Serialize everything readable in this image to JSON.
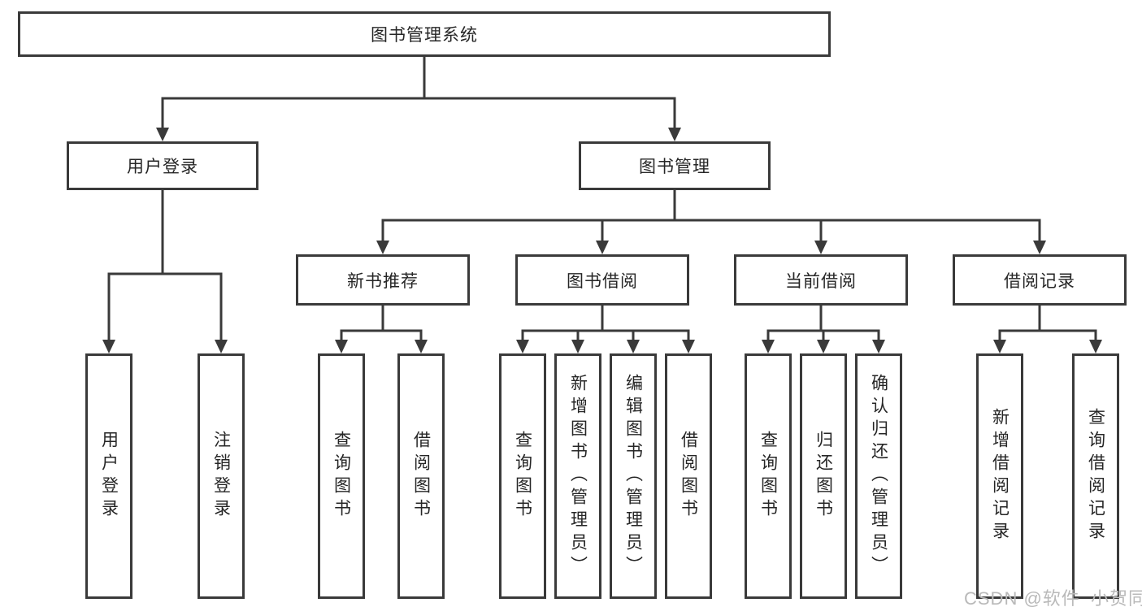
{
  "page": {
    "background": "#ffffff"
  },
  "colors": {
    "line": "#3a3a3a",
    "box_border": "#3a3a3a",
    "text": "#262626",
    "watermark": "#b9b9b9"
  },
  "watermark": {
    "text": "CSDN @软件_小贺同学"
  },
  "tree": {
    "root": {
      "label": "图书管理系统"
    },
    "branches": [
      {
        "label": "用户登录",
        "children": [
          {
            "label": "用户登录"
          },
          {
            "label": "注销登录"
          }
        ]
      },
      {
        "label": "图书管理",
        "children": [
          {
            "label": "新书推荐",
            "children": [
              {
                "label": "查询图书"
              },
              {
                "label": "借阅图书"
              }
            ]
          },
          {
            "label": "图书借阅",
            "children": [
              {
                "label": "查询图书"
              },
              {
                "label": "新增图书（管理员）"
              },
              {
                "label": "编辑图书（管理员）"
              },
              {
                "label": "借阅图书"
              }
            ]
          },
          {
            "label": "当前借阅",
            "children": [
              {
                "label": "查询图书"
              },
              {
                "label": "归还图书"
              },
              {
                "label": "确认归还（管理员）"
              }
            ]
          },
          {
            "label": "借阅记录",
            "children": [
              {
                "label": "新增借阅记录"
              },
              {
                "label": "查询借阅记录"
              }
            ]
          }
        ]
      }
    ]
  }
}
